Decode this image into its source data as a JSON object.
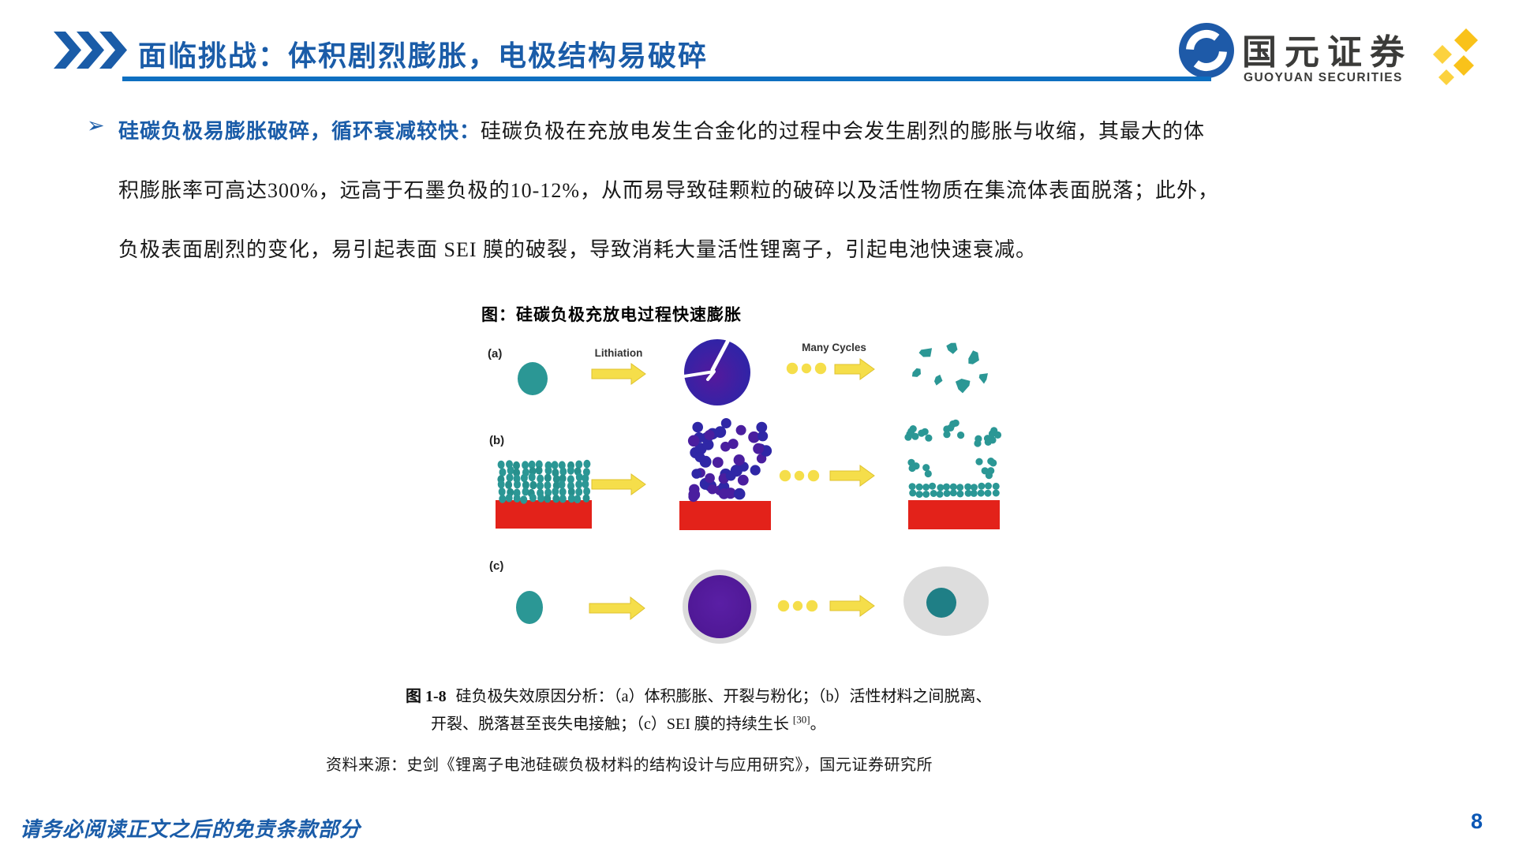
{
  "colors": {
    "accent_blue": "#1A5CA8",
    "rule_blue": "#0E6FC1",
    "body_text": "#1A1A1A",
    "page_number_blue": "#0B57B5",
    "logo_blue": "#1E5AA8",
    "logo_text": "#3B3B39",
    "logo_gold": "#F9C21A"
  },
  "header": {
    "title": "面临挑战：体积剧烈膨胀，电极结构易破碎",
    "logo": {
      "name_cn": "国元证券",
      "name_en": "GUOYUAN SECURITIES"
    }
  },
  "body": {
    "bullet_glyph": "➢",
    "lead": "硅碳负极易膨胀破碎，循环衰减较快：",
    "lines": [
      "硅碳负极在充放电发生合金化的过程中会发生剧烈的膨胀与收缩，其最大的体",
      "积膨胀率可高达300%，远高于石墨负极的10-12%，从而易导致硅颗粒的破碎以及活性物质在集流体表面脱落；此外，",
      "负极表面剧烈的变化，易引起表面 SEI 膜的破裂，导致消耗大量活性锂离子，引起电池快速衰减。"
    ]
  },
  "figure": {
    "title": "图：硅碳负极充放电过程快速膨胀",
    "labels": {
      "row_a": "(a)",
      "row_b": "(b)",
      "row_c": "(c)",
      "lithiation": "Lithiation",
      "many_cycles": "Many Cycles"
    },
    "colors": {
      "silicon_teal": "#2B9795",
      "silicon_teal_dark": "#27908D",
      "lithiated_blue": "#2F27A6",
      "lithiated_purple": "#4A1E9F",
      "sei_purple": "#571D9D",
      "sei_gray": "#DBDBDB",
      "trapped_teal": "#1F7F86",
      "current_collector_red": "#E3221A",
      "arrow_yellow": "#F5DE4A"
    },
    "caption": {
      "fig_label": "图 1-8",
      "line1": "硅负极失效原因分析：（a）体积膨胀、开裂与粉化；（b）活性材料之间脱离、",
      "line2": "开裂、脱落甚至丧失电接触；（c）SEI 膜的持续生长 ",
      "ref": "[30]",
      "line2_end": "。"
    },
    "source": "资料来源：史剑《锂离子电池硅碳负极材料的结构设计与应用研究》，国元证券研究所"
  },
  "footer": {
    "disclaimer": "请务必阅读正文之后的免责条款部分",
    "page_number": "8"
  }
}
